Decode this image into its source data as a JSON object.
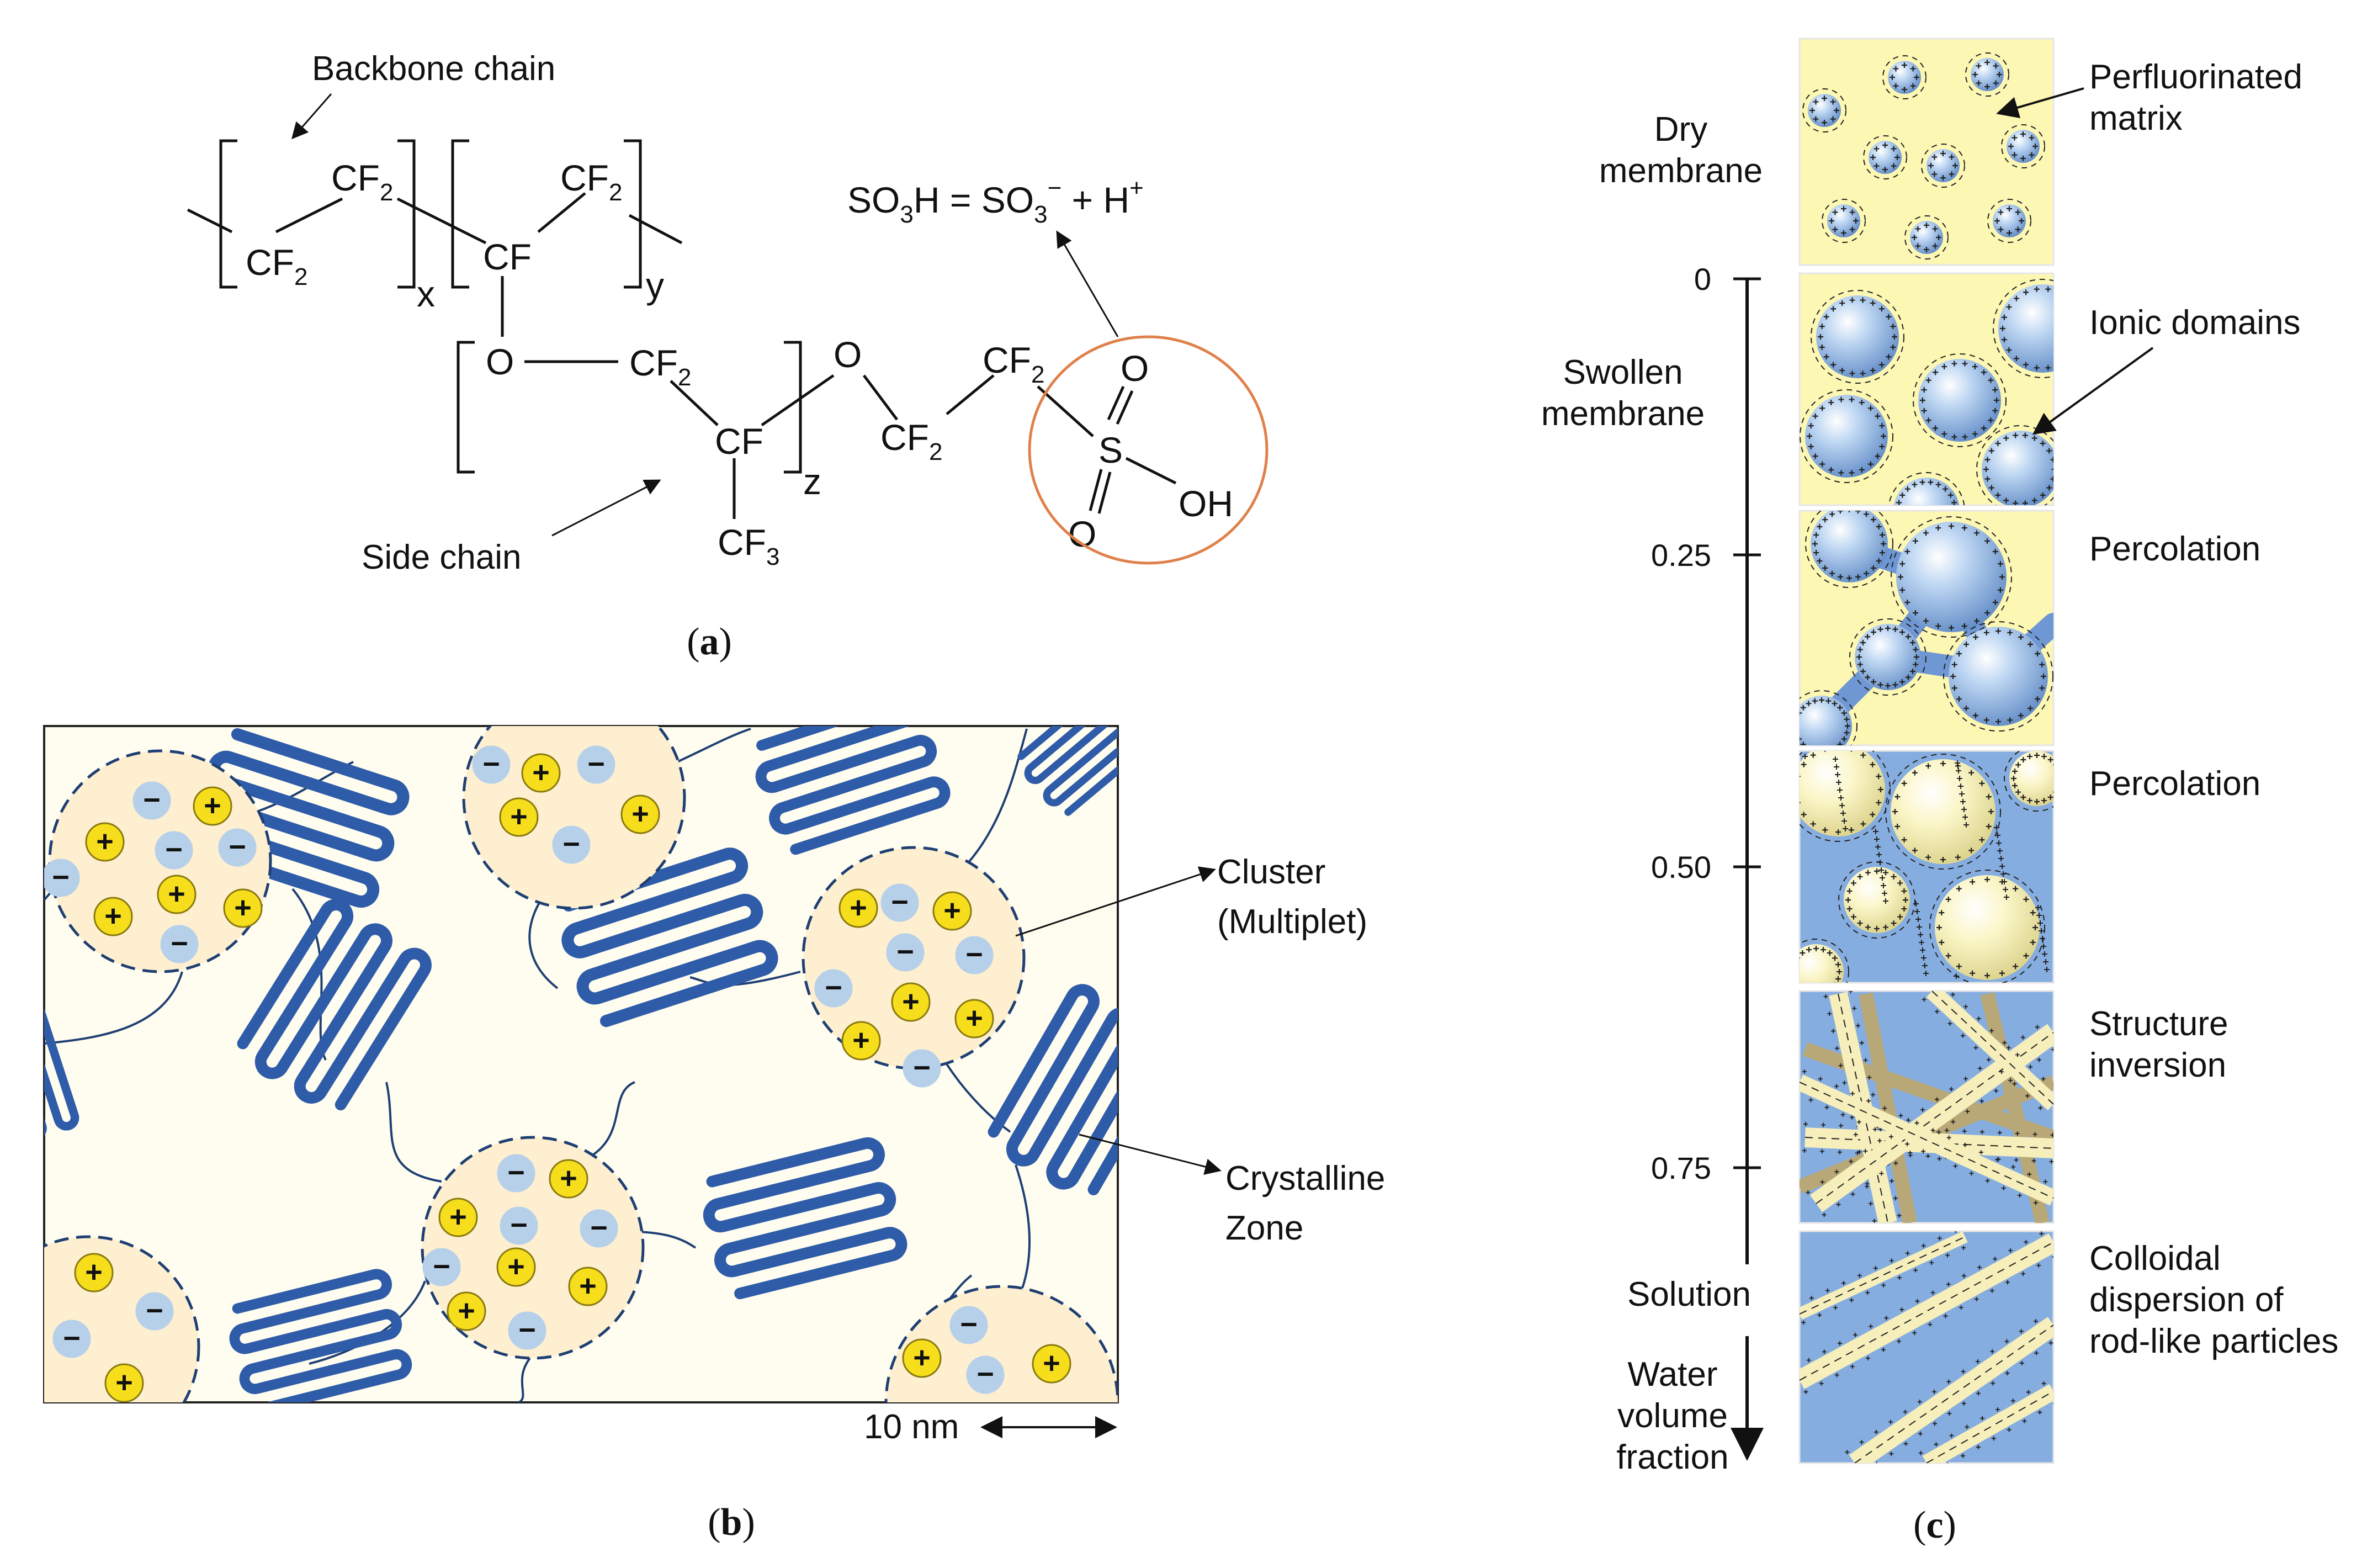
{
  "panel_a": {
    "caption_open": "(",
    "caption_letter": "a",
    "caption_close": ")",
    "backbone_label": "Backbone chain",
    "side_chain_label": "Side chain",
    "equation": {
      "left": "SO",
      "left_sub": "3",
      "left_tail": "H = SO",
      "right_sub": "3",
      "right_sup": "−",
      "right_tail": " + H",
      "right_tail_sup": "+"
    },
    "atoms": {
      "cf": "CF",
      "sub2": "2",
      "sub3": "3",
      "o": "O",
      "s": "S",
      "oh": "OH",
      "x": "x",
      "y": "y",
      "z": "z"
    }
  },
  "panel_b": {
    "caption_open": "(",
    "caption_letter": "b",
    "caption_close": ")",
    "cluster_label_1": "Cluster",
    "cluster_label_2": "(Multiplet)",
    "crystalline_label_1": "Crystalline",
    "crystalline_label_2": "Zone",
    "scale_label": "10 nm",
    "plus": "+",
    "minus": "−",
    "colors": {
      "background": "#fffdf0",
      "cluster_fill": "#fdefd0",
      "plus_fill": "#f7de1c",
      "minus_fill": "#b7d0ea",
      "crystal": "#2f5ca8",
      "multiplet_outline": "#e0732f"
    }
  },
  "panel_c": {
    "caption_open": "(",
    "caption_letter": "c",
    "caption_close": ")",
    "left_labels": {
      "dry_1": "Dry",
      "dry_2": "membrane",
      "swollen_1": "Swollen",
      "swollen_2": "membrane",
      "solution": "Solution",
      "axis_1": "Water",
      "axis_2": "volume",
      "axis_3": "fraction"
    },
    "ticks": [
      "0",
      "0.25",
      "0.50",
      "0.75"
    ],
    "right_labels": {
      "perfluorinated_1": "Perfluorinated",
      "perfluorinated_2": "matrix",
      "ionic_domains": "Ionic domains",
      "percolation_1": "Percolation",
      "percolation_2": "Percolation",
      "inversion_1": "Structure",
      "inversion_2": "inversion",
      "colloidal_1": "Colloidal",
      "colloidal_2": "dispersion of",
      "colloidal_3": "rod-like particles"
    },
    "mark_plus": "+",
    "colors": {
      "matrix_yellow": "#fdf7b4",
      "water_blue": "#86ade0",
      "domain_blue": "#a9c8ec",
      "rod_cream": "#f6efbb"
    }
  }
}
